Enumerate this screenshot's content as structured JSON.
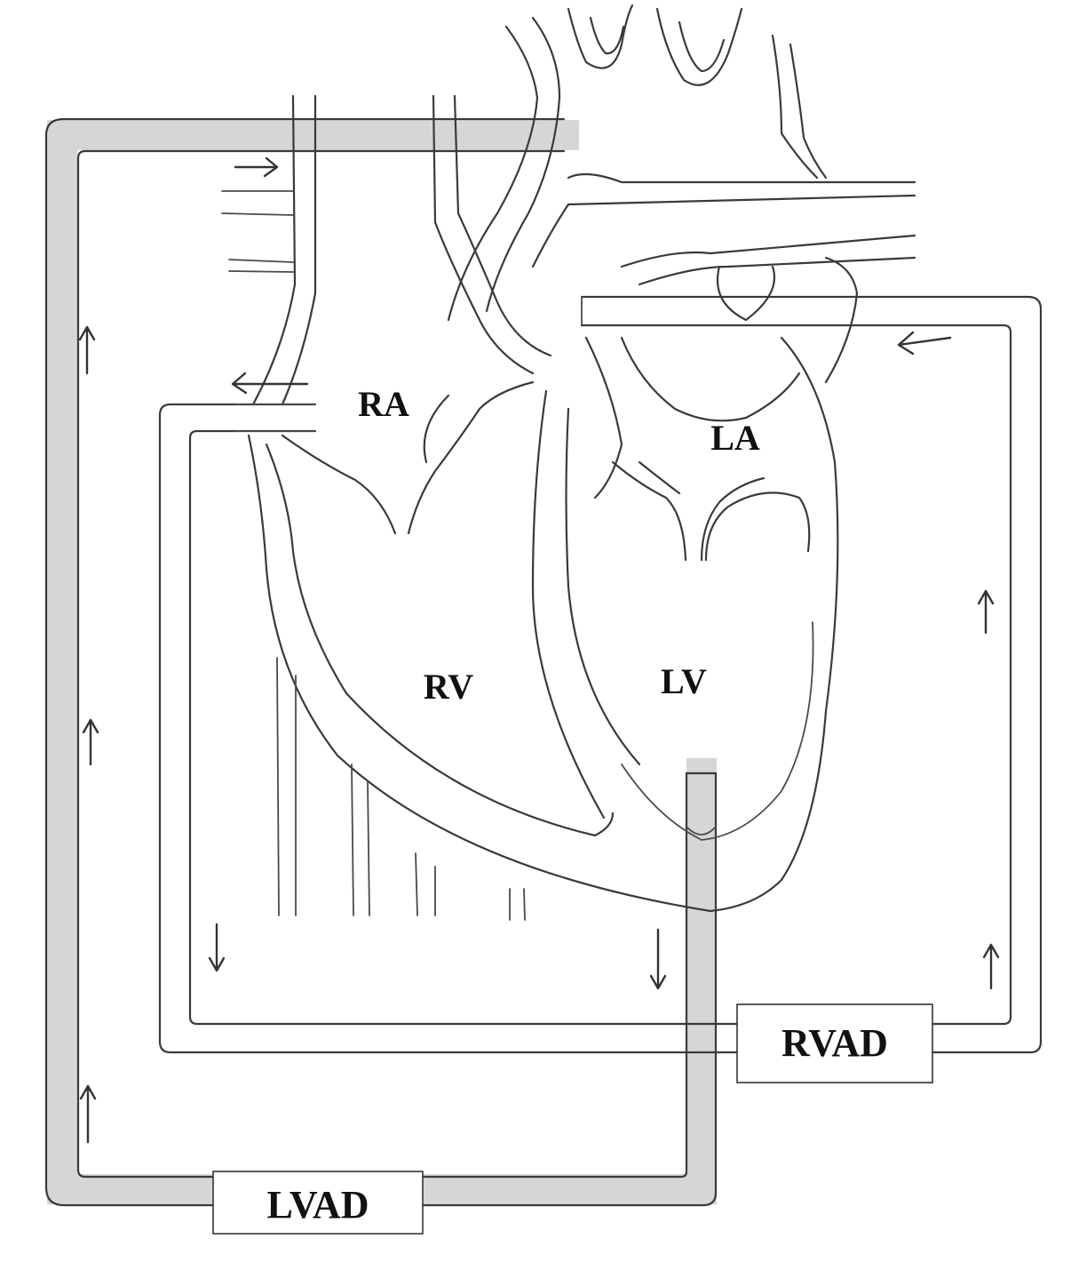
{
  "labels": {
    "right_atrium": "RA",
    "left_atrium": "LA",
    "right_ventricle": "RV",
    "left_ventricle": "LV"
  },
  "devices": {
    "rvad": "RVAD",
    "lvad": "LVAD"
  },
  "colors": {
    "ink": "#3a3a3a",
    "lvad_tube_shading": "#d6d6d6",
    "background": "#ffffff"
  }
}
